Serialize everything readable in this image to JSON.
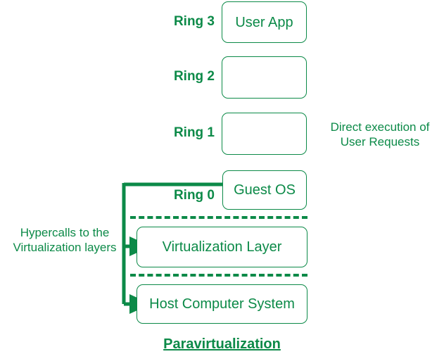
{
  "diagram": {
    "title": "Paravirtualization",
    "accent_color": "#0c8a48",
    "background_color": "#ffffff"
  },
  "rings": [
    {
      "label": "Ring 3",
      "box_text": "User App"
    },
    {
      "label": "Ring 2",
      "box_text": ""
    },
    {
      "label": "Ring 1",
      "box_text": ""
    },
    {
      "label": "Ring 0",
      "box_text": "Guest OS"
    }
  ],
  "layers": [
    {
      "box_text": "Virtualization Layer"
    },
    {
      "box_text": "Host Computer System"
    }
  ],
  "annotations": {
    "right_note": "Direct execution of\nUser Requests",
    "right_note_line1": "Direct execution of",
    "right_note_line2": "User Requests",
    "left_note_line1": "Hypercalls to the",
    "left_note_line2": "Virtualization layers"
  },
  "connectors": {
    "trunk_name": "hypercall-trunk",
    "arrow_targets": [
      "virtualization-layer",
      "host-computer-system"
    ],
    "guest_os_branch": "guest-os-connector"
  }
}
